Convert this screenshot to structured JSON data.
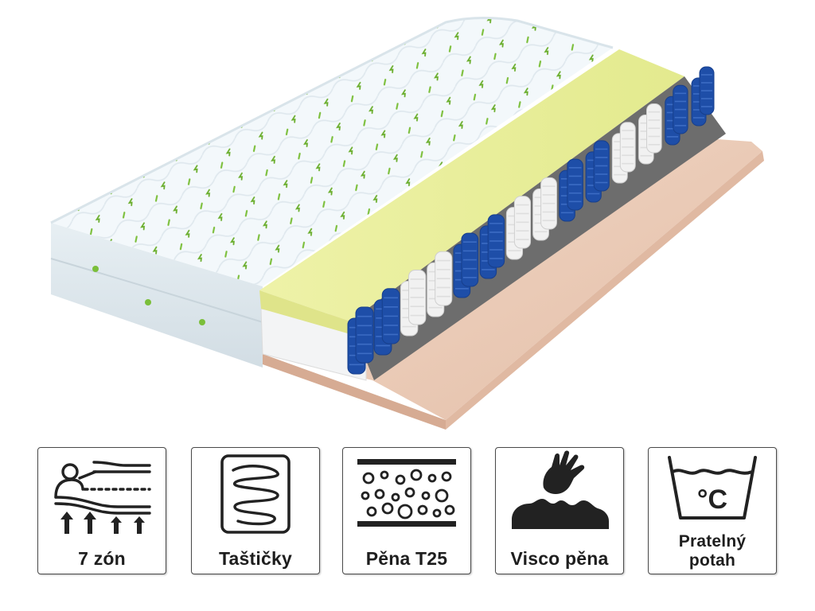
{
  "product_image": {
    "subject": "pocket-spring-mattress-cutaway-icon"
  },
  "features": [
    {
      "label": "7 zón",
      "icon": "seven-zones-icon"
    },
    {
      "label": "Taštičky",
      "icon": "pocket-spring-icon"
    },
    {
      "label": "Pěna T25",
      "icon": "foam-bubbles-icon"
    },
    {
      "label": "Visco pěna",
      "icon": "visco-foam-hand-icon"
    },
    {
      "label": "Pratelný potah",
      "label_line1": "Pratelný",
      "label_line2": "potah",
      "icon": "washable-cover-icon"
    }
  ],
  "colors": {
    "cover": "#f2f7fa",
    "leaf": "#7bbf3a",
    "visco": "#e9ef9a",
    "spring_blue": "#1e4ea8",
    "spring_white": "#f1f1f1",
    "base_foam": "#e9c9b6",
    "icon_stroke": "#222222"
  }
}
